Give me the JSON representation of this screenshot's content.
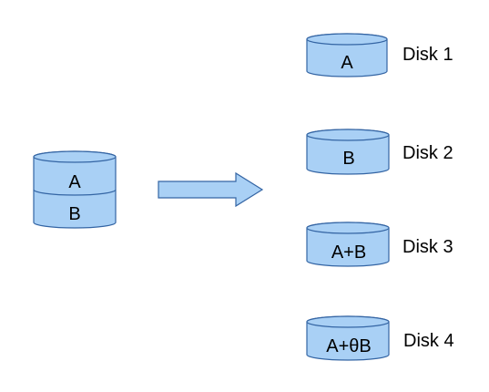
{
  "colors": {
    "fill": "#a9d0f5",
    "stroke": "#3465a4",
    "text": "#000000",
    "background": "#ffffff"
  },
  "source": {
    "segments": [
      "A",
      "B"
    ]
  },
  "arrow": {
    "icon": "right-arrow-icon"
  },
  "disks": [
    {
      "content": "A",
      "label": "Disk 1"
    },
    {
      "content": "B",
      "label": "Disk 2"
    },
    {
      "content": "A+B",
      "label": "Disk 3"
    },
    {
      "content": "A+θB",
      "label": "Disk 4"
    }
  ]
}
